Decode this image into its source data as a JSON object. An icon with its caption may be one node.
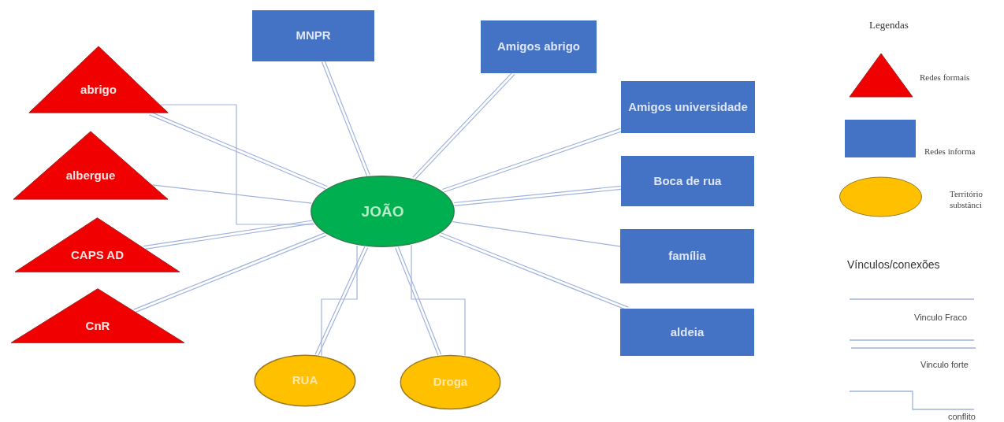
{
  "diagram": {
    "nodes": [
      {
        "text": [
          "abrigo"
        ]
      },
      {
        "text": [
          "albergue"
        ]
      },
      {
        "text": [
          "CAPS AD"
        ]
      },
      {
        "text": [
          "CnR"
        ]
      },
      {
        "text": [
          "MNPR"
        ]
      },
      {
        "text": [
          "JOÃO"
        ]
      },
      {
        "text": [
          "Amigos abrigo"
        ]
      },
      {
        "text": [
          "Amigos universidade"
        ]
      },
      {
        "text": [
          "Boca de rua"
        ]
      },
      {
        "text": [
          "família"
        ]
      },
      {
        "text": [
          "aldeia"
        ]
      },
      {
        "text": [
          "RUA"
        ]
      },
      {
        "text": [
          "Droga"
        ]
      }
    ],
    "edges": [
      {
        "from": 0,
        "to": 5,
        "arrow": "none"
      },
      {
        "from": 0,
        "to": 5,
        "arrow": "none"
      },
      {
        "from": 1,
        "to": 5,
        "arrow": "none"
      },
      {
        "from": 2,
        "to": 5,
        "arrow": "none"
      },
      {
        "from": 3,
        "to": 5,
        "arrow": "none"
      },
      {
        "from": 4,
        "to": 5,
        "arrow": "none"
      },
      {
        "from": 6,
        "to": 5,
        "arrow": "none"
      },
      {
        "from": 7,
        "to": 5,
        "arrow": "none"
      },
      {
        "from": 8,
        "to": 5,
        "arrow": "none"
      },
      {
        "from": 9,
        "to": 5,
        "arrow": "none"
      },
      {
        "from": 10,
        "to": 5,
        "arrow": "none"
      },
      {
        "from": 11,
        "to": 5,
        "arrow": "none"
      },
      {
        "from": 11,
        "to": 5,
        "arrow": "none"
      },
      {
        "from": 12,
        "to": 5,
        "arrow": "none"
      },
      {
        "from": 12,
        "to": 5,
        "arrow": "none"
      }
    ],
    "labels": [
      "Legendas",
      "Vínculos/conexões"
    ],
    "legend": [
      {
        "text": "Redes formais"
      },
      {
        "text": "Redes informa"
      },
      {
        "text": "Território substânci"
      },
      {
        "text": "Vinculo Fraco"
      },
      {
        "text": "Vinculo forte"
      },
      {
        "text": "conflito"
      }
    ]
  }
}
